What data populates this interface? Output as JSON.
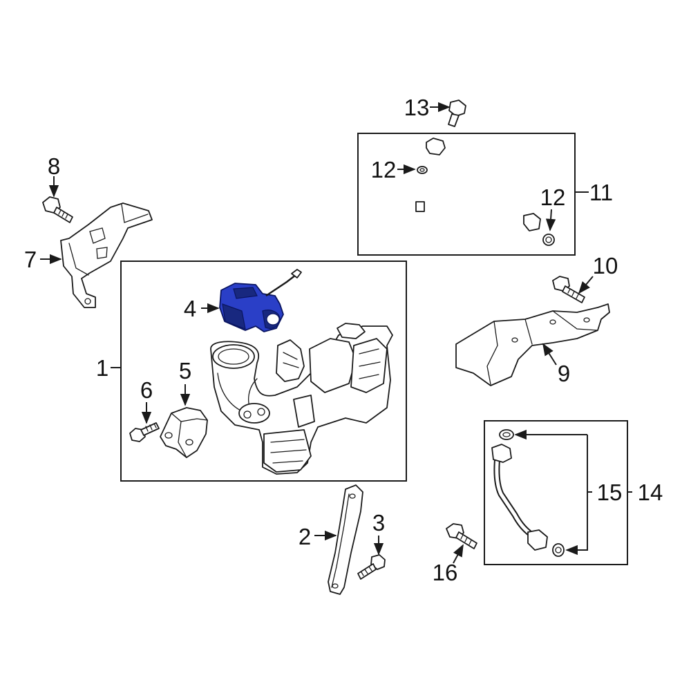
{
  "diagram": {
    "highlight_color": "#2a3fc7",
    "line_color": "#1a1a1a",
    "callouts": [
      {
        "id": "c1",
        "text": "1"
      },
      {
        "id": "c2",
        "text": "2"
      },
      {
        "id": "c3",
        "text": "3"
      },
      {
        "id": "c4",
        "text": "4"
      },
      {
        "id": "c5",
        "text": "5"
      },
      {
        "id": "c6",
        "text": "6"
      },
      {
        "id": "c7",
        "text": "7"
      },
      {
        "id": "c8",
        "text": "8"
      },
      {
        "id": "c9",
        "text": "9"
      },
      {
        "id": "c10",
        "text": "10"
      },
      {
        "id": "c11",
        "text": "11"
      },
      {
        "id": "c12a",
        "text": "12"
      },
      {
        "id": "c12b",
        "text": "12"
      },
      {
        "id": "c13",
        "text": "13"
      },
      {
        "id": "c14",
        "text": "14"
      },
      {
        "id": "c15",
        "text": "15"
      },
      {
        "id": "c16",
        "text": "16"
      }
    ]
  }
}
